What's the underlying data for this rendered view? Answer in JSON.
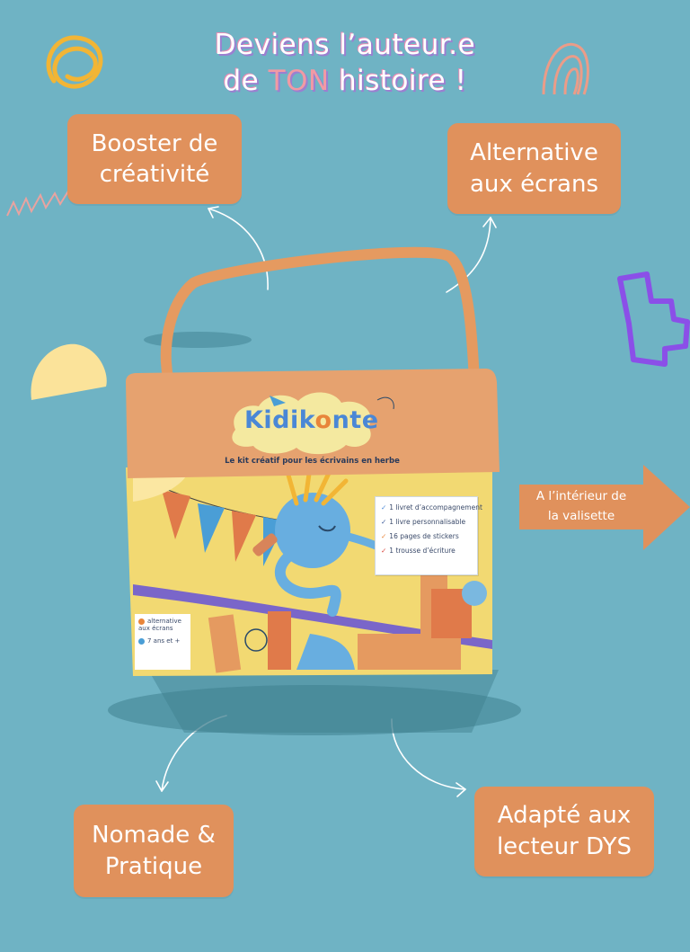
{
  "headline": {
    "line1": "Deviens l’auteur.e",
    "line2_before": "de ",
    "line2_accent": "TON",
    "line2_after": " histoire !"
  },
  "tags": {
    "booster": [
      "Booster de",
      "créativité"
    ],
    "alternative": [
      "Alternative",
      "aux écrans"
    ],
    "nomade": [
      "Nomade &",
      "Pratique"
    ],
    "adapte": [
      "Adapté aux",
      "lecteur DYS"
    ]
  },
  "inside_label": [
    "A l’intérieur de",
    "la valisette"
  ],
  "product": {
    "brand_prefix": "Kidik",
    "brand_o": "o",
    "brand_suffix": "nte",
    "tagline": "Le kit créatif pour les écrivains en herbe",
    "checklist": [
      {
        "text": "1 livret d’accompagnement",
        "color": "#4a87d6"
      },
      {
        "text": "1 livre personnalisable",
        "color": "#3a5a9a"
      },
      {
        "text": "16 pages de stickers",
        "color": "#e8853a"
      },
      {
        "text": "1 trousse d’écriture",
        "color": "#d9443a"
      }
    ],
    "note": {
      "item1": "alternative aux écrans",
      "item2": "7 ans et +"
    }
  },
  "colors": {
    "background": "#6fb3c4",
    "tag": "#e0915c",
    "case_yellow": "#f2d972",
    "handle": "#e59a60",
    "accent_pink": "#f19aa4"
  }
}
